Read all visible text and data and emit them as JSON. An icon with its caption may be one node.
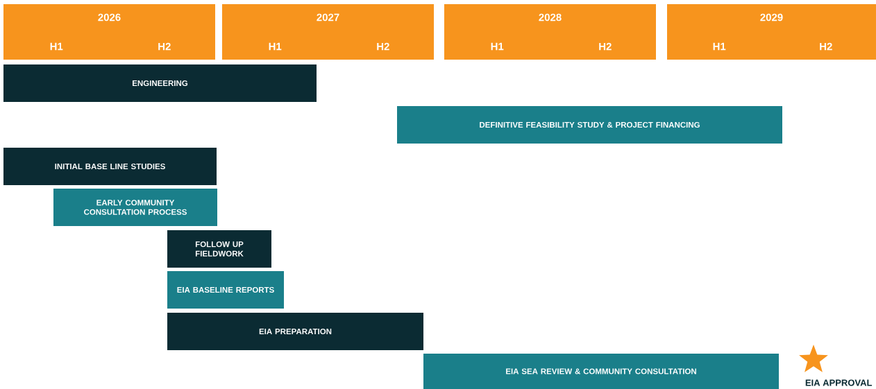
{
  "diagram": {
    "nodes": [
      {
        "text": [
          "2026",
          "H1",
          "H2"
        ]
      },
      {
        "text": [
          "2027",
          "H1",
          "H2"
        ]
      },
      {
        "text": [
          "2028",
          "H1",
          "H2"
        ]
      },
      {
        "text": [
          "2029",
          "H1",
          "H2"
        ]
      },
      {
        "text": [
          "ENGINEERING"
        ]
      },
      {
        "text": [
          "DEFINITIVE FEASIBILITY STUDY & PROJECT FINANCING"
        ]
      },
      {
        "text": [
          "INITIAL BASE LINE STUDIES"
        ]
      },
      {
        "text": [
          "EARLY COMMUNITY CONSULTATION PROCESS"
        ]
      },
      {
        "text": [
          "FOLLOW UP FIELDWORK"
        ]
      },
      {
        "text": [
          "EIA BASELINE REPORTS"
        ]
      },
      {
        "text": [
          "EIA PREPARATION"
        ]
      },
      {
        "text": [
          "EIA SEA REVIEW & COMMUNITY CONSULTATION"
        ]
      }
    ],
    "labels": [
      "EIA APPROVAL"
    ]
  }
}
